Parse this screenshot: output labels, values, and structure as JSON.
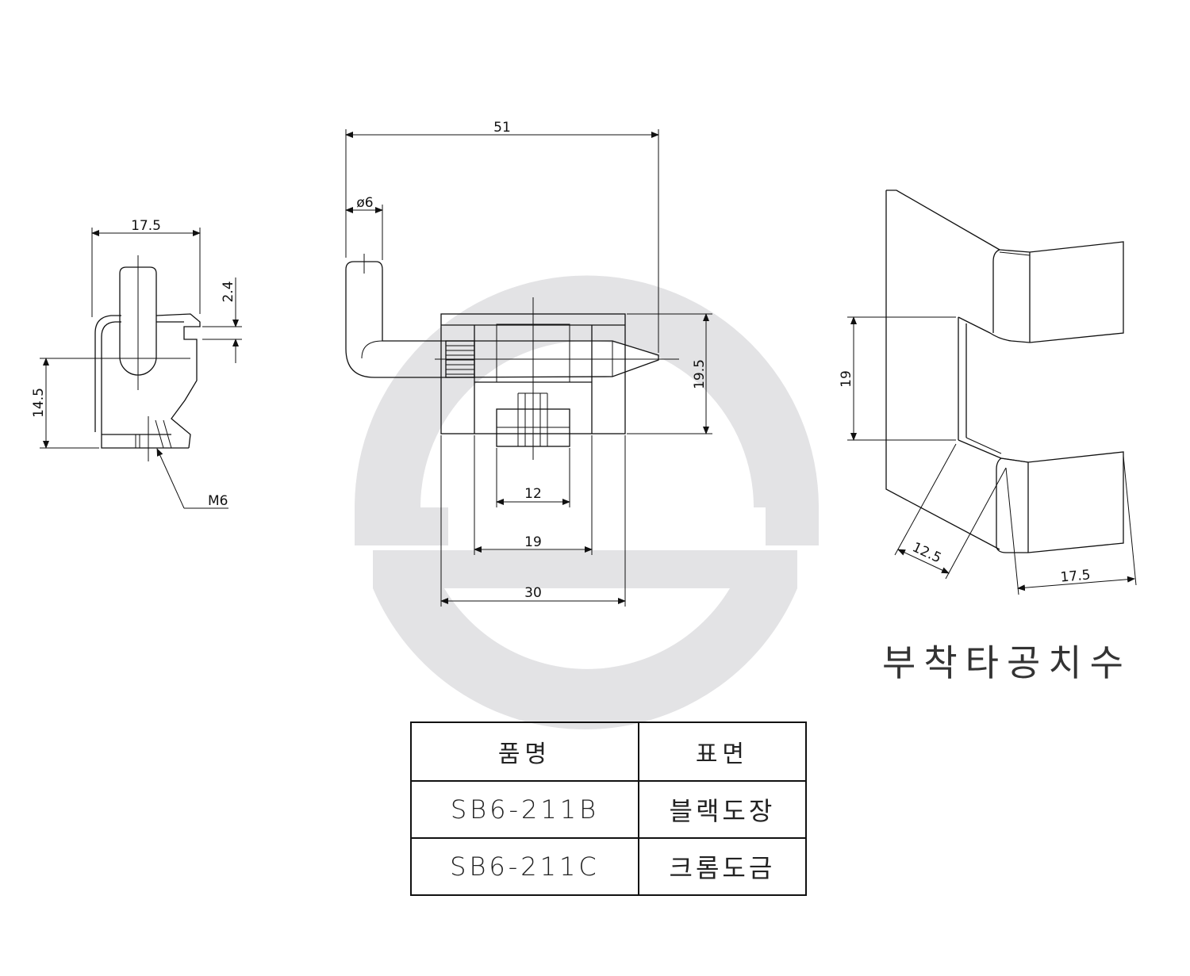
{
  "watermark_color": "#e3e3e5",
  "side_view": {
    "width_dim": "17.5",
    "gap_dim": "2.4",
    "height_dim": "14.5",
    "thread_label": "M6"
  },
  "front_view": {
    "length_dim": "51",
    "pin_dia_dim": "ø6",
    "height_dim": "19.5",
    "inner_dim": "12",
    "mid_dim": "19",
    "base_dim": "30"
  },
  "mount_view": {
    "gap_dim": "19",
    "depth_dim": "12.5",
    "width_dim": "17.5",
    "caption": "부착타공치수"
  },
  "spec_table": {
    "header_name": "품명",
    "header_surface": "표면",
    "rows": [
      {
        "name": "SB6-211B",
        "surface": "블랙도장"
      },
      {
        "name": "SB6-211C",
        "surface": "크롬도금"
      }
    ]
  }
}
